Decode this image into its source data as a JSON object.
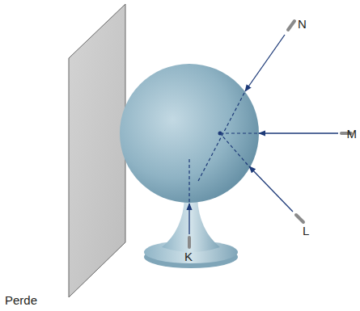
{
  "diagram": {
    "labels": [
      "N",
      "M",
      "L",
      "K",
      "Perde"
    ]
  }
}
